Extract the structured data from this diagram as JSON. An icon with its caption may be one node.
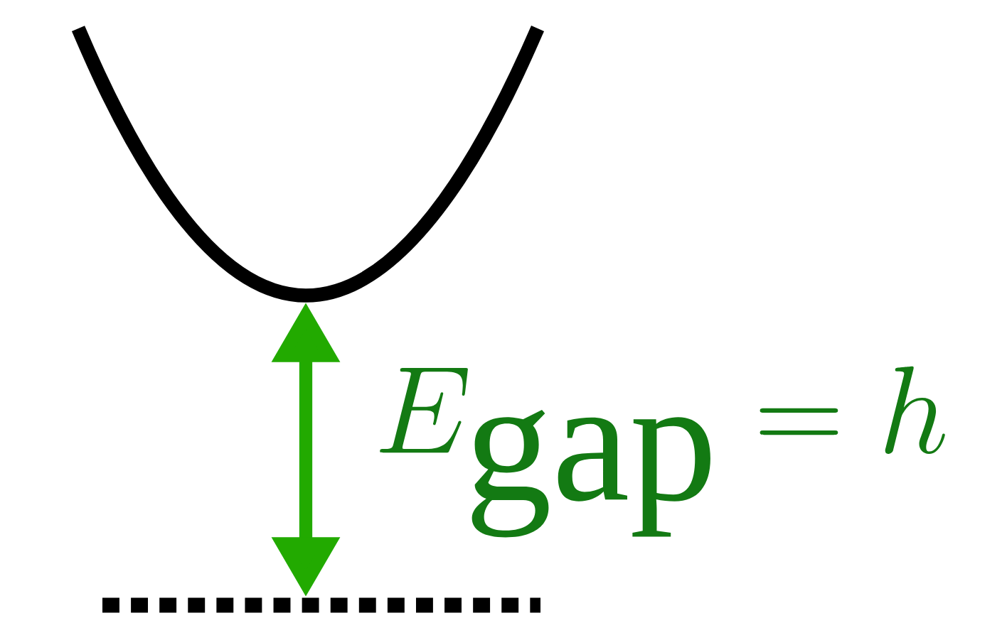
{
  "diagram": {
    "nodes": [
      {
        "text": [],
        "shape": "curve"
      },
      {
        "text": [],
        "shape": "line"
      }
    ],
    "edges": [
      {
        "from": 1,
        "to": 0,
        "arrow": "both",
        "color": "#22aa00",
        "label": "E_{\\mathrm{gap}} = h"
      }
    ]
  }
}
